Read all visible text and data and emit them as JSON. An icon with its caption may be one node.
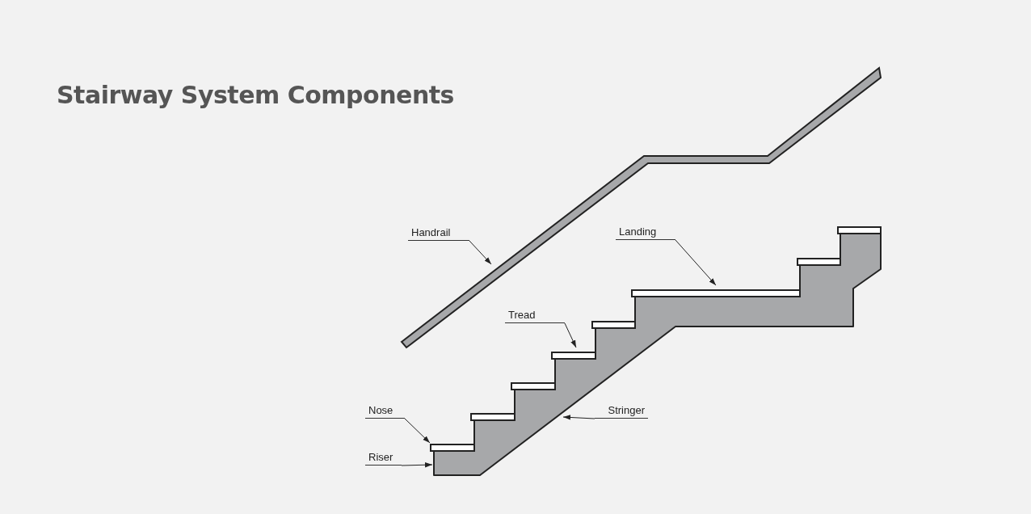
{
  "diagram": {
    "title": "Stairway System Components",
    "nodes": [
      {
        "text": [
          "Handrail"
        ]
      },
      {
        "text": [],
        "shape": "bar"
      },
      {
        "text": [
          "Landing"
        ]
      },
      {
        "text": [],
        "shape": "box"
      },
      {
        "text": [
          "Tread"
        ]
      },
      {
        "text": [],
        "shape": "box"
      },
      {
        "text": [
          "Nose"
        ]
      },
      {
        "text": [],
        "shape": "box"
      },
      {
        "text": [
          "Riser"
        ]
      },
      {
        "text": [],
        "shape": "line"
      },
      {
        "text": [
          "Stringer"
        ]
      },
      {
        "text": [],
        "shape": "polygon"
      }
    ],
    "edges": [
      {
        "from": 0,
        "to": 1,
        "arrow": "to"
      },
      {
        "from": 2,
        "to": 3,
        "arrow": "to"
      },
      {
        "from": 4,
        "to": 5,
        "arrow": "to"
      },
      {
        "from": 6,
        "to": 7,
        "arrow": "to"
      },
      {
        "from": 8,
        "to": 9,
        "arrow": "to"
      },
      {
        "from": 10,
        "to": 11,
        "arrow": "to"
      }
    ]
  }
}
